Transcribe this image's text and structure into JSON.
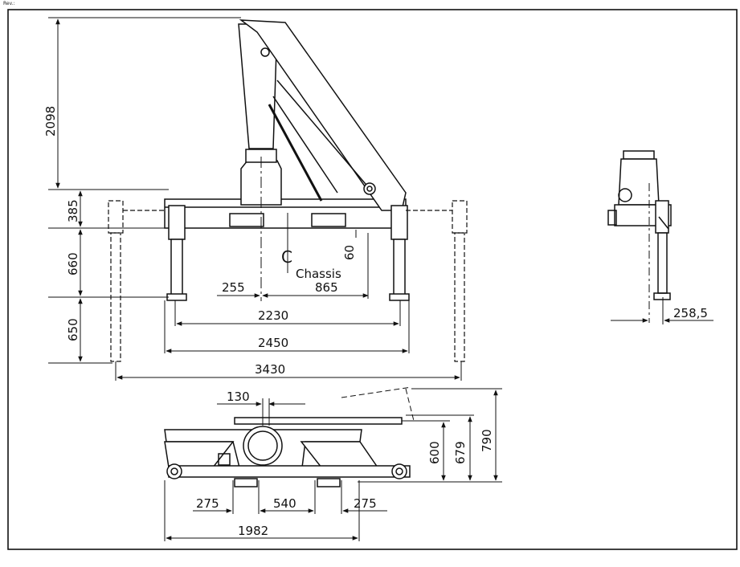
{
  "header": {
    "rev_label": "Rev.:"
  },
  "colors": {
    "line": "#111111",
    "background": "#ffffff"
  },
  "labels": {
    "centerline_symbol": "C",
    "chassis": "Chassis"
  },
  "dimensions": {
    "side_view": {
      "h_2098": "2098",
      "h_385": "385",
      "h_660": "660",
      "h_650": "650",
      "h_60": "60",
      "w_255": "255",
      "w_865": "865",
      "w_2230": "2230",
      "w_2450": "2450",
      "w_3430": "3430"
    },
    "end_view": {
      "w_258_5": "258,5"
    },
    "plan_view": {
      "w_130": "130",
      "h_600": "600",
      "h_679": "679",
      "h_790": "790",
      "w_275_left": "275",
      "w_540": "540",
      "w_275_right": "275",
      "w_1982": "1982"
    }
  }
}
